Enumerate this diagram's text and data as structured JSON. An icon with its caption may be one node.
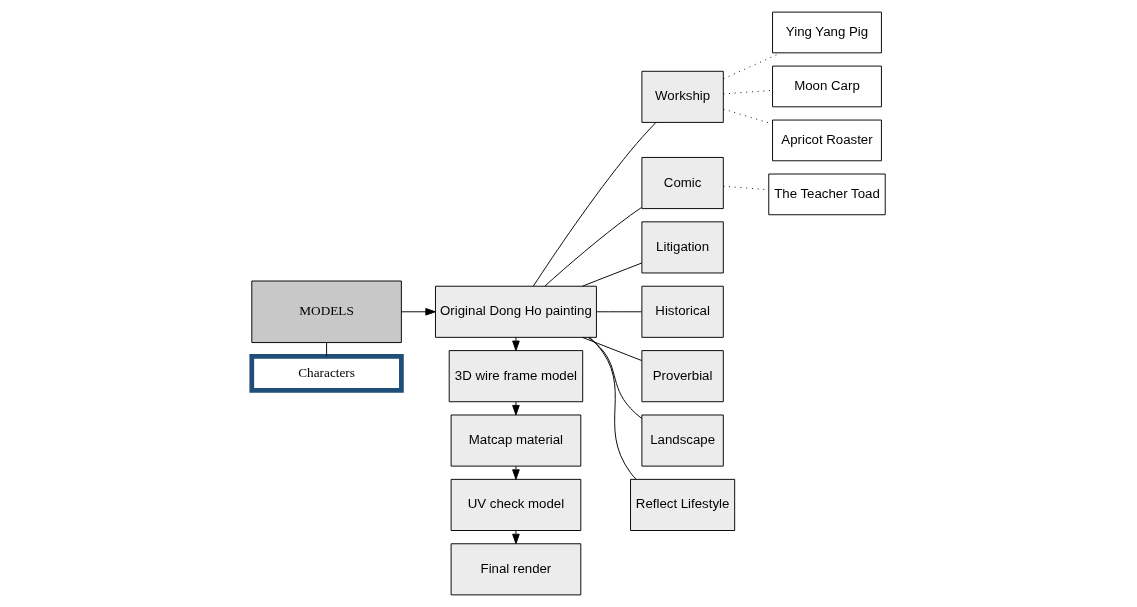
{
  "diagram": {
    "nodes": [
      {
        "text": [
          "MODELS"
        ]
      },
      {
        "text": [
          "Characters"
        ]
      },
      {
        "text": [
          "Original Dong Ho painting"
        ]
      },
      {
        "text": [
          "3D wire frame model"
        ]
      },
      {
        "text": [
          "Matcap material"
        ]
      },
      {
        "text": [
          "UV check model"
        ]
      },
      {
        "text": [
          "Final render"
        ]
      },
      {
        "text": [
          "Workship"
        ]
      },
      {
        "text": [
          "Comic"
        ]
      },
      {
        "text": [
          "Litigation"
        ]
      },
      {
        "text": [
          "Historical"
        ]
      },
      {
        "text": [
          "Proverbial"
        ]
      },
      {
        "text": [
          "Landscape"
        ]
      },
      {
        "text": [
          "Reflect Lifestyle"
        ]
      },
      {
        "text": [
          "Ying Yang Pig"
        ]
      },
      {
        "text": [
          "Moon Carp"
        ]
      },
      {
        "text": [
          "Apricot Roaster"
        ]
      },
      {
        "text": [
          "The Teacher Toad"
        ]
      }
    ],
    "edges": [
      {
        "from": 0,
        "to": 1,
        "arrow": "none"
      },
      {
        "from": 0,
        "to": 2,
        "arrow": "to"
      },
      {
        "from": 2,
        "to": 3,
        "arrow": "to"
      },
      {
        "from": 3,
        "to": 4,
        "arrow": "to"
      },
      {
        "from": 4,
        "to": 5,
        "arrow": "to"
      },
      {
        "from": 5,
        "to": 6,
        "arrow": "to"
      },
      {
        "from": 2,
        "to": 7,
        "arrow": "none"
      },
      {
        "from": 2,
        "to": 8,
        "arrow": "none"
      },
      {
        "from": 2,
        "to": 9,
        "arrow": "none"
      },
      {
        "from": 2,
        "to": 10,
        "arrow": "none"
      },
      {
        "from": 2,
        "to": 11,
        "arrow": "none"
      },
      {
        "from": 2,
        "to": 12,
        "arrow": "none"
      },
      {
        "from": 2,
        "to": 13,
        "arrow": "none"
      },
      {
        "from": 7,
        "to": 14,
        "arrow": "none",
        "style": "dashed"
      },
      {
        "from": 7,
        "to": 15,
        "arrow": "none",
        "style": "dashed"
      },
      {
        "from": 7,
        "to": 16,
        "arrow": "none",
        "style": "dashed"
      },
      {
        "from": 8,
        "to": 17,
        "arrow": "none",
        "style": "dashed"
      }
    ]
  }
}
